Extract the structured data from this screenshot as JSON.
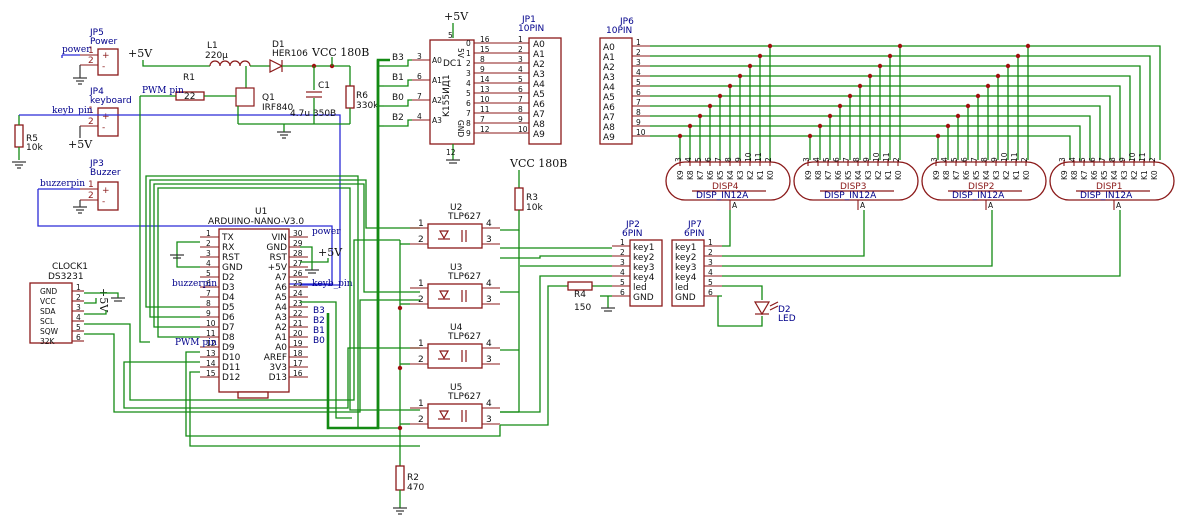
{
  "jp5": {
    "ref": "JP5",
    "name": "Power",
    "p1": "1",
    "p2": "2",
    "plus": "+",
    "minus": "-",
    "net": "power"
  },
  "jp4": {
    "ref": "JP4",
    "name": "keyboard",
    "p1": "1",
    "p2": "2",
    "plus": "+",
    "minus": "-",
    "net": "keyb_pin",
    "supply": "+5V"
  },
  "jp3": {
    "ref": "JP3",
    "name": "Buzzer",
    "p1": "1",
    "p2": "2",
    "plus": "+",
    "minus": "-",
    "net": "buzzerpin"
  },
  "r5": {
    "ref": "R5",
    "val": "10k"
  },
  "supply": {
    "p5v": "+5V",
    "vcc180": "VCC 180B",
    "vcc180b": "VCC 180B",
    "top5v": "+5V",
    "u1_5v": "+5V"
  },
  "l1": {
    "ref": "L1",
    "val": "220µ"
  },
  "d1": {
    "ref": "D1",
    "val": "HER106"
  },
  "r1": {
    "ref": "R1",
    "val": "22"
  },
  "q1": {
    "ref": "Q1",
    "val": "IRF840"
  },
  "c1": {
    "ref": "C1",
    "val": "4.7u 350B"
  },
  "r6": {
    "ref": "R6",
    "val": "330k"
  },
  "nets": {
    "pwm": "PWM pin",
    "pwm2": "PWM pin",
    "power": "power",
    "buzzer": "buzzerpin",
    "keyb": "keyb_pin",
    "b3": "B3",
    "b2": "B2",
    "b1": "B1",
    "b0": "B0"
  },
  "u1": {
    "ref": "U1",
    "val": "ARDUINO-NANO-V3.0",
    "left": [
      [
        "1",
        "TX"
      ],
      [
        "2",
        "RX"
      ],
      [
        "3",
        "RST"
      ],
      [
        "4",
        "GND"
      ],
      [
        "5",
        "D2"
      ],
      [
        "6",
        "D3"
      ],
      [
        "7",
        "D4"
      ],
      [
        "8",
        "D5"
      ],
      [
        "9",
        "D6"
      ],
      [
        "10",
        "D7"
      ],
      [
        "11",
        "D8"
      ],
      [
        "12",
        "D9"
      ],
      [
        "13",
        "D10"
      ],
      [
        "14",
        "D11"
      ],
      [
        "15",
        "D12"
      ]
    ],
    "right": [
      [
        "30",
        "VIN"
      ],
      [
        "29",
        "GND"
      ],
      [
        "28",
        "RST"
      ],
      [
        "27",
        "+5V"
      ],
      [
        "26",
        "A7"
      ],
      [
        "25",
        "A6"
      ],
      [
        "24",
        "A5"
      ],
      [
        "23",
        "A4"
      ],
      [
        "22",
        "A3"
      ],
      [
        "21",
        "A2"
      ],
      [
        "20",
        "A1"
      ],
      [
        "19",
        "A0"
      ],
      [
        "18",
        "AREF"
      ],
      [
        "17",
        "3V3"
      ],
      [
        "16",
        "D13"
      ]
    ],
    "rbus": [
      "B3",
      "B2",
      "B1",
      "B0"
    ]
  },
  "clock": {
    "ref": "CLOCK1",
    "val": "DS3231",
    "pins": [
      [
        "1",
        "GND"
      ],
      [
        "2",
        "VCC"
      ],
      [
        "3",
        "SDA"
      ],
      [
        "4",
        "SCL"
      ],
      [
        "5",
        "SQW"
      ],
      [
        "6",
        "32K"
      ]
    ],
    "supply": "+5V"
  },
  "dc1": {
    "ref": "DC1",
    "val": "K155ИД1",
    "top": "5V",
    "bot": "GND",
    "lpins": [
      [
        "3",
        "A0"
      ],
      [
        "6",
        "A1"
      ],
      [
        "7",
        "A2"
      ],
      [
        "4",
        "A3"
      ]
    ],
    "rnums": [
      "16",
      "15",
      "8",
      "9",
      "14",
      "13",
      "10",
      "11",
      "7",
      "12"
    ],
    "rlabels": [
      "0",
      "1",
      "2",
      "3",
      "4",
      "5",
      "6",
      "7",
      "8",
      "9"
    ],
    "p5": "5",
    "p12": "12"
  },
  "jp1": {
    "ref": "JP1",
    "val": "10PIN",
    "nums": [
      "1",
      "2",
      "3",
      "4",
      "5",
      "6",
      "7",
      "8",
      "9",
      "10"
    ],
    "labels": [
      "A0",
      "A1",
      "A2",
      "A3",
      "A4",
      "A5",
      "A6",
      "A7",
      "A8",
      "A9"
    ]
  },
  "jp6": {
    "ref": "JP6",
    "val": "10PIN",
    "nums": [
      "1",
      "2",
      "3",
      "4",
      "5",
      "6",
      "7",
      "8",
      "9",
      "10"
    ],
    "labels": [
      "A0",
      "A1",
      "A2",
      "A3",
      "A4",
      "A5",
      "A6",
      "A7",
      "A8",
      "A9"
    ]
  },
  "tubes": [
    {
      "ref": "DISP4",
      "val": "DISP_IN12A"
    },
    {
      "ref": "DISP3",
      "val": "DISP_IN12A"
    },
    {
      "ref": "DISP2",
      "val": "DISP_IN12A"
    },
    {
      "ref": "DISP1",
      "val": "DISP_IN12A"
    }
  ],
  "tube_pins": {
    "nums": [
      "3",
      "4",
      "5",
      "6",
      "7",
      "8",
      "9",
      "10",
      "11",
      "2"
    ],
    "labels": [
      "K9",
      "K8",
      "K7",
      "K6",
      "K5",
      "K4",
      "K3",
      "K2",
      "K1",
      "K0"
    ],
    "anode": "A"
  },
  "opto": [
    {
      "ref": "U2",
      "val": "TLP627",
      "p1": "1",
      "p2": "2",
      "p3": "3",
      "p4": "4"
    },
    {
      "ref": "U3",
      "val": "TLP627",
      "p1": "1",
      "p2": "2",
      "p3": "3",
      "p4": "4"
    },
    {
      "ref": "U4",
      "val": "TLP627",
      "p1": "1",
      "p2": "2",
      "p3": "3",
      "p4": "4"
    },
    {
      "ref": "U5",
      "val": "TLP627",
      "p1": "1",
      "p2": "2",
      "p3": "3",
      "p4": "4"
    }
  ],
  "r3": {
    "ref": "R3",
    "val": "10k"
  },
  "r2": {
    "ref": "R2",
    "val": "470"
  },
  "r4": {
    "ref": "R4",
    "val": "150"
  },
  "jp2": {
    "ref": "JP2",
    "val": "6PIN",
    "nums": [
      "1",
      "2",
      "3",
      "4",
      "5",
      "6"
    ],
    "labels": [
      "key1",
      "key2",
      "key3",
      "key4",
      "led",
      "GND"
    ]
  },
  "jp7": {
    "ref": "JP7",
    "val": "6PIN",
    "nums": [
      "1",
      "2",
      "3",
      "4",
      "5",
      "6"
    ],
    "labels": [
      "key1",
      "key2",
      "key3",
      "key4",
      "led",
      "GND"
    ]
  },
  "d2": {
    "ref": "D2",
    "val": "LED"
  }
}
